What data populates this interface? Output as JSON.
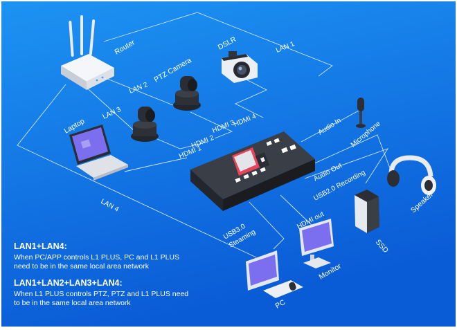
{
  "colors": {
    "background_top": "#1a8cf0",
    "background_bottom": "#0b5fd8",
    "connection_line": "#cfe6ff",
    "label_text": "#ffffff",
    "device_dark": "#2b2e35",
    "device_white": "#f2f4f7"
  },
  "devices": {
    "router": "Router",
    "ptz_camera": "PTZ Camera",
    "dslr": "DSLR",
    "laptop": "Laptop",
    "microphone": "Microphone",
    "speaker": "Speaker",
    "ssd": "SSD",
    "monitor": "Monitor",
    "pc": "PC"
  },
  "connections": {
    "lan1": "LAN 1",
    "lan2": "LAN 2",
    "lan3": "LAN 3",
    "lan4": "LAN 4",
    "hdmi1": "HDMI 1",
    "hdmi2": "HDMI 2",
    "hdmi3": "HDMI 3",
    "hdmi4": "HDMI 4",
    "audio_in": "Audio In",
    "audio_out": "Audio Out",
    "usb20_recording": "USB2.0 Recording",
    "hdmi_out": "HDMI out",
    "usb30_line1": "USB3.0",
    "usb30_line2": "Steaming"
  },
  "notes": [
    {
      "heading": "LAN1+LAN4:",
      "lines": [
        "When PC/APP controls L1 PLUS, PC and L1 PLUS",
        "need to be in the same local area network"
      ]
    },
    {
      "heading": "LAN1+LAN2+LAN3+LAN4:",
      "lines": [
        "When L1 PLUS controls PTZ, PTZ and L1 PLUS need",
        "to be in the same local area network"
      ]
    }
  ],
  "icons": {
    "router": "router-icon",
    "ptz_camera_1": "ptz-camera-icon",
    "ptz_camera_2": "ptz-camera-icon",
    "dslr": "dslr-camera-icon",
    "laptop": "laptop-icon",
    "microphone": "microphone-icon",
    "headphones": "headphones-icon",
    "ssd": "ssd-drive-icon",
    "monitor": "monitor-icon",
    "pc": "pc-computer-icon",
    "switcher": "video-switcher-icon"
  }
}
